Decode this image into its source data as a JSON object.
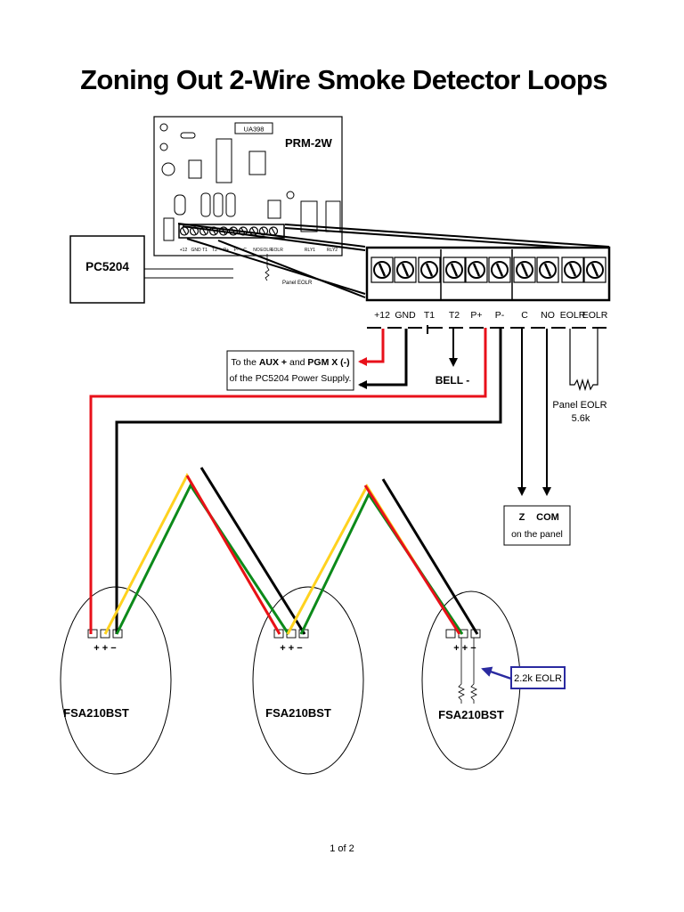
{
  "title": "Zoning Out 2-Wire Smoke Detector Loops",
  "module": {
    "name": "PRM-2W",
    "chip_label": "UA398",
    "mini_labels": [
      "+12",
      "GND",
      "T1",
      "T2",
      "P+",
      "P-",
      "C",
      "NO",
      "EOLR",
      "EOLR",
      "RLY1",
      "RLY2"
    ],
    "mini_eolr": "Panel EOLR"
  },
  "panel": {
    "name": "PC5204"
  },
  "terminals": [
    "+12",
    "GND",
    "T1",
    "T2",
    "P+",
    "P-",
    "C",
    "NO",
    "EOLR",
    "EOLR"
  ],
  "power_note": {
    "line1_pre": "To the ",
    "line1_aux": "AUX +",
    "line1_and": " and ",
    "line1_pgm": "PGM X (-)",
    "line2": "of the PC5204 Power Supply."
  },
  "bell_label": "BELL -",
  "panel_eolr": {
    "label": "Panel EOLR",
    "value": "5.6k"
  },
  "zone_note": {
    "z": "Z",
    "com": "COM",
    "line2": "on the panel"
  },
  "detectors": [
    {
      "name": "FSA210BST",
      "terminals": "+ + −"
    },
    {
      "name": "FSA210BST",
      "terminals": "+ + −"
    },
    {
      "name": "FSA210BST",
      "terminals": "+ + −"
    }
  ],
  "eolr_note": "2.2k EOLR",
  "page_number": "1 of 2",
  "colors": {
    "red": "#e8101a",
    "black": "#000000",
    "yellow": "#ffd21f",
    "green": "#0c8a1a",
    "note_border": "#2a2aa0"
  }
}
